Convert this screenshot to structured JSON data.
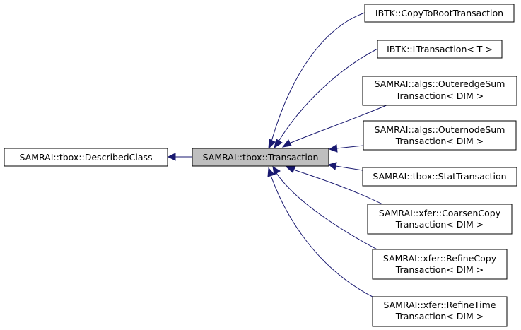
{
  "diagram": {
    "colors": {
      "edge": "#191970",
      "node_border": "#000000",
      "node_fill": "#ffffff",
      "current_fill": "#bfbfbf"
    },
    "nodes": {
      "described_class": {
        "lines": [
          "SAMRAI::tbox::DescribedClass"
        ]
      },
      "transaction": {
        "lines": [
          "SAMRAI::tbox::Transaction"
        ]
      },
      "copy_to_root": {
        "lines": [
          "IBTK::CopyToRootTransaction"
        ]
      },
      "ltransaction": {
        "lines": [
          "IBTK::LTransaction< T >"
        ]
      },
      "outeredge_sum": {
        "lines": [
          "SAMRAI::algs::OuteredgeSum",
          "Transaction< DIM >"
        ]
      },
      "outernode_sum": {
        "lines": [
          "SAMRAI::algs::OuternodeSum",
          "Transaction< DIM >"
        ]
      },
      "stat_transaction": {
        "lines": [
          "SAMRAI::tbox::StatTransaction"
        ]
      },
      "coarsen_copy": {
        "lines": [
          "SAMRAI::xfer::CoarsenCopy",
          "Transaction< DIM >"
        ]
      },
      "refine_copy": {
        "lines": [
          "SAMRAI::xfer::RefineCopy",
          "Transaction< DIM >"
        ]
      },
      "refine_time": {
        "lines": [
          "SAMRAI::xfer::RefineTime",
          "Transaction< DIM >"
        ]
      }
    }
  }
}
